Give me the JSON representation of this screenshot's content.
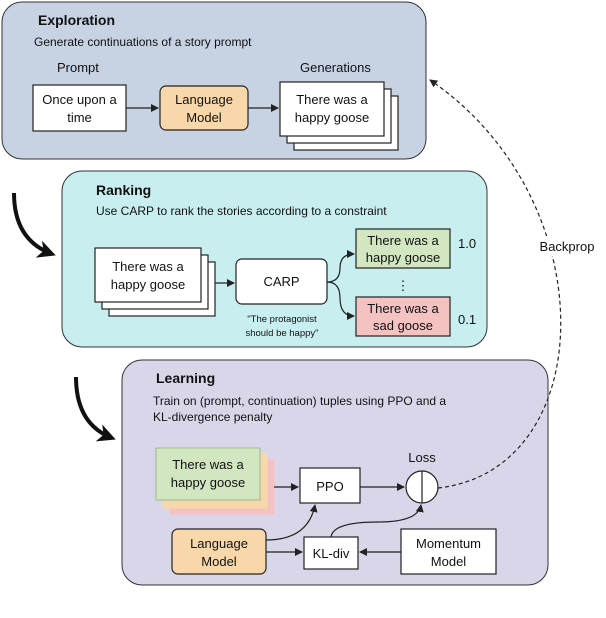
{
  "colors": {
    "exploration_bg": "#c7d3e3",
    "ranking_bg": "#c9eef0",
    "learning_bg": "#d9d6ea",
    "language_model": "#f8d8ab",
    "good_story": "#d2e6c2",
    "bad_story": "#f5c2c2",
    "stroke": "#222222"
  },
  "exploration": {
    "title": "Exploration",
    "description": "Generate continuations of a story prompt",
    "prompt_label": "Prompt",
    "generations_label": "Generations",
    "prompt_box": [
      "Once upon a",
      "time"
    ],
    "model_box": [
      "Language",
      "Model"
    ],
    "generation_box": [
      "There was a",
      "happy goose"
    ]
  },
  "ranking": {
    "title": "Ranking",
    "description": "Use CARP to rank the stories according to a constraint",
    "stories_box": [
      "There was a",
      "happy goose"
    ],
    "carp_label": "CARP",
    "constraint": [
      "\"The protagonist",
      "should be happy\""
    ],
    "top_story": [
      "There was a",
      "happy goose"
    ],
    "bottom_story": [
      "There was a",
      "sad goose"
    ],
    "ellipsis": "⋮",
    "top_score": "1.0",
    "bottom_score": "0.1"
  },
  "learning": {
    "title": "Learning",
    "description": [
      "Train on (prompt, continuation) tuples using PPO and a",
      "KL-divergence penalty"
    ],
    "tuples_box": [
      "There was a",
      "happy goose"
    ],
    "ppo_label": "PPO",
    "loss_label": "Loss",
    "model_box": [
      "Language",
      "Model"
    ],
    "kl_label": "KL-div",
    "momentum_box": [
      "Momentum",
      "Model"
    ]
  },
  "backprop_label": "Backprop"
}
